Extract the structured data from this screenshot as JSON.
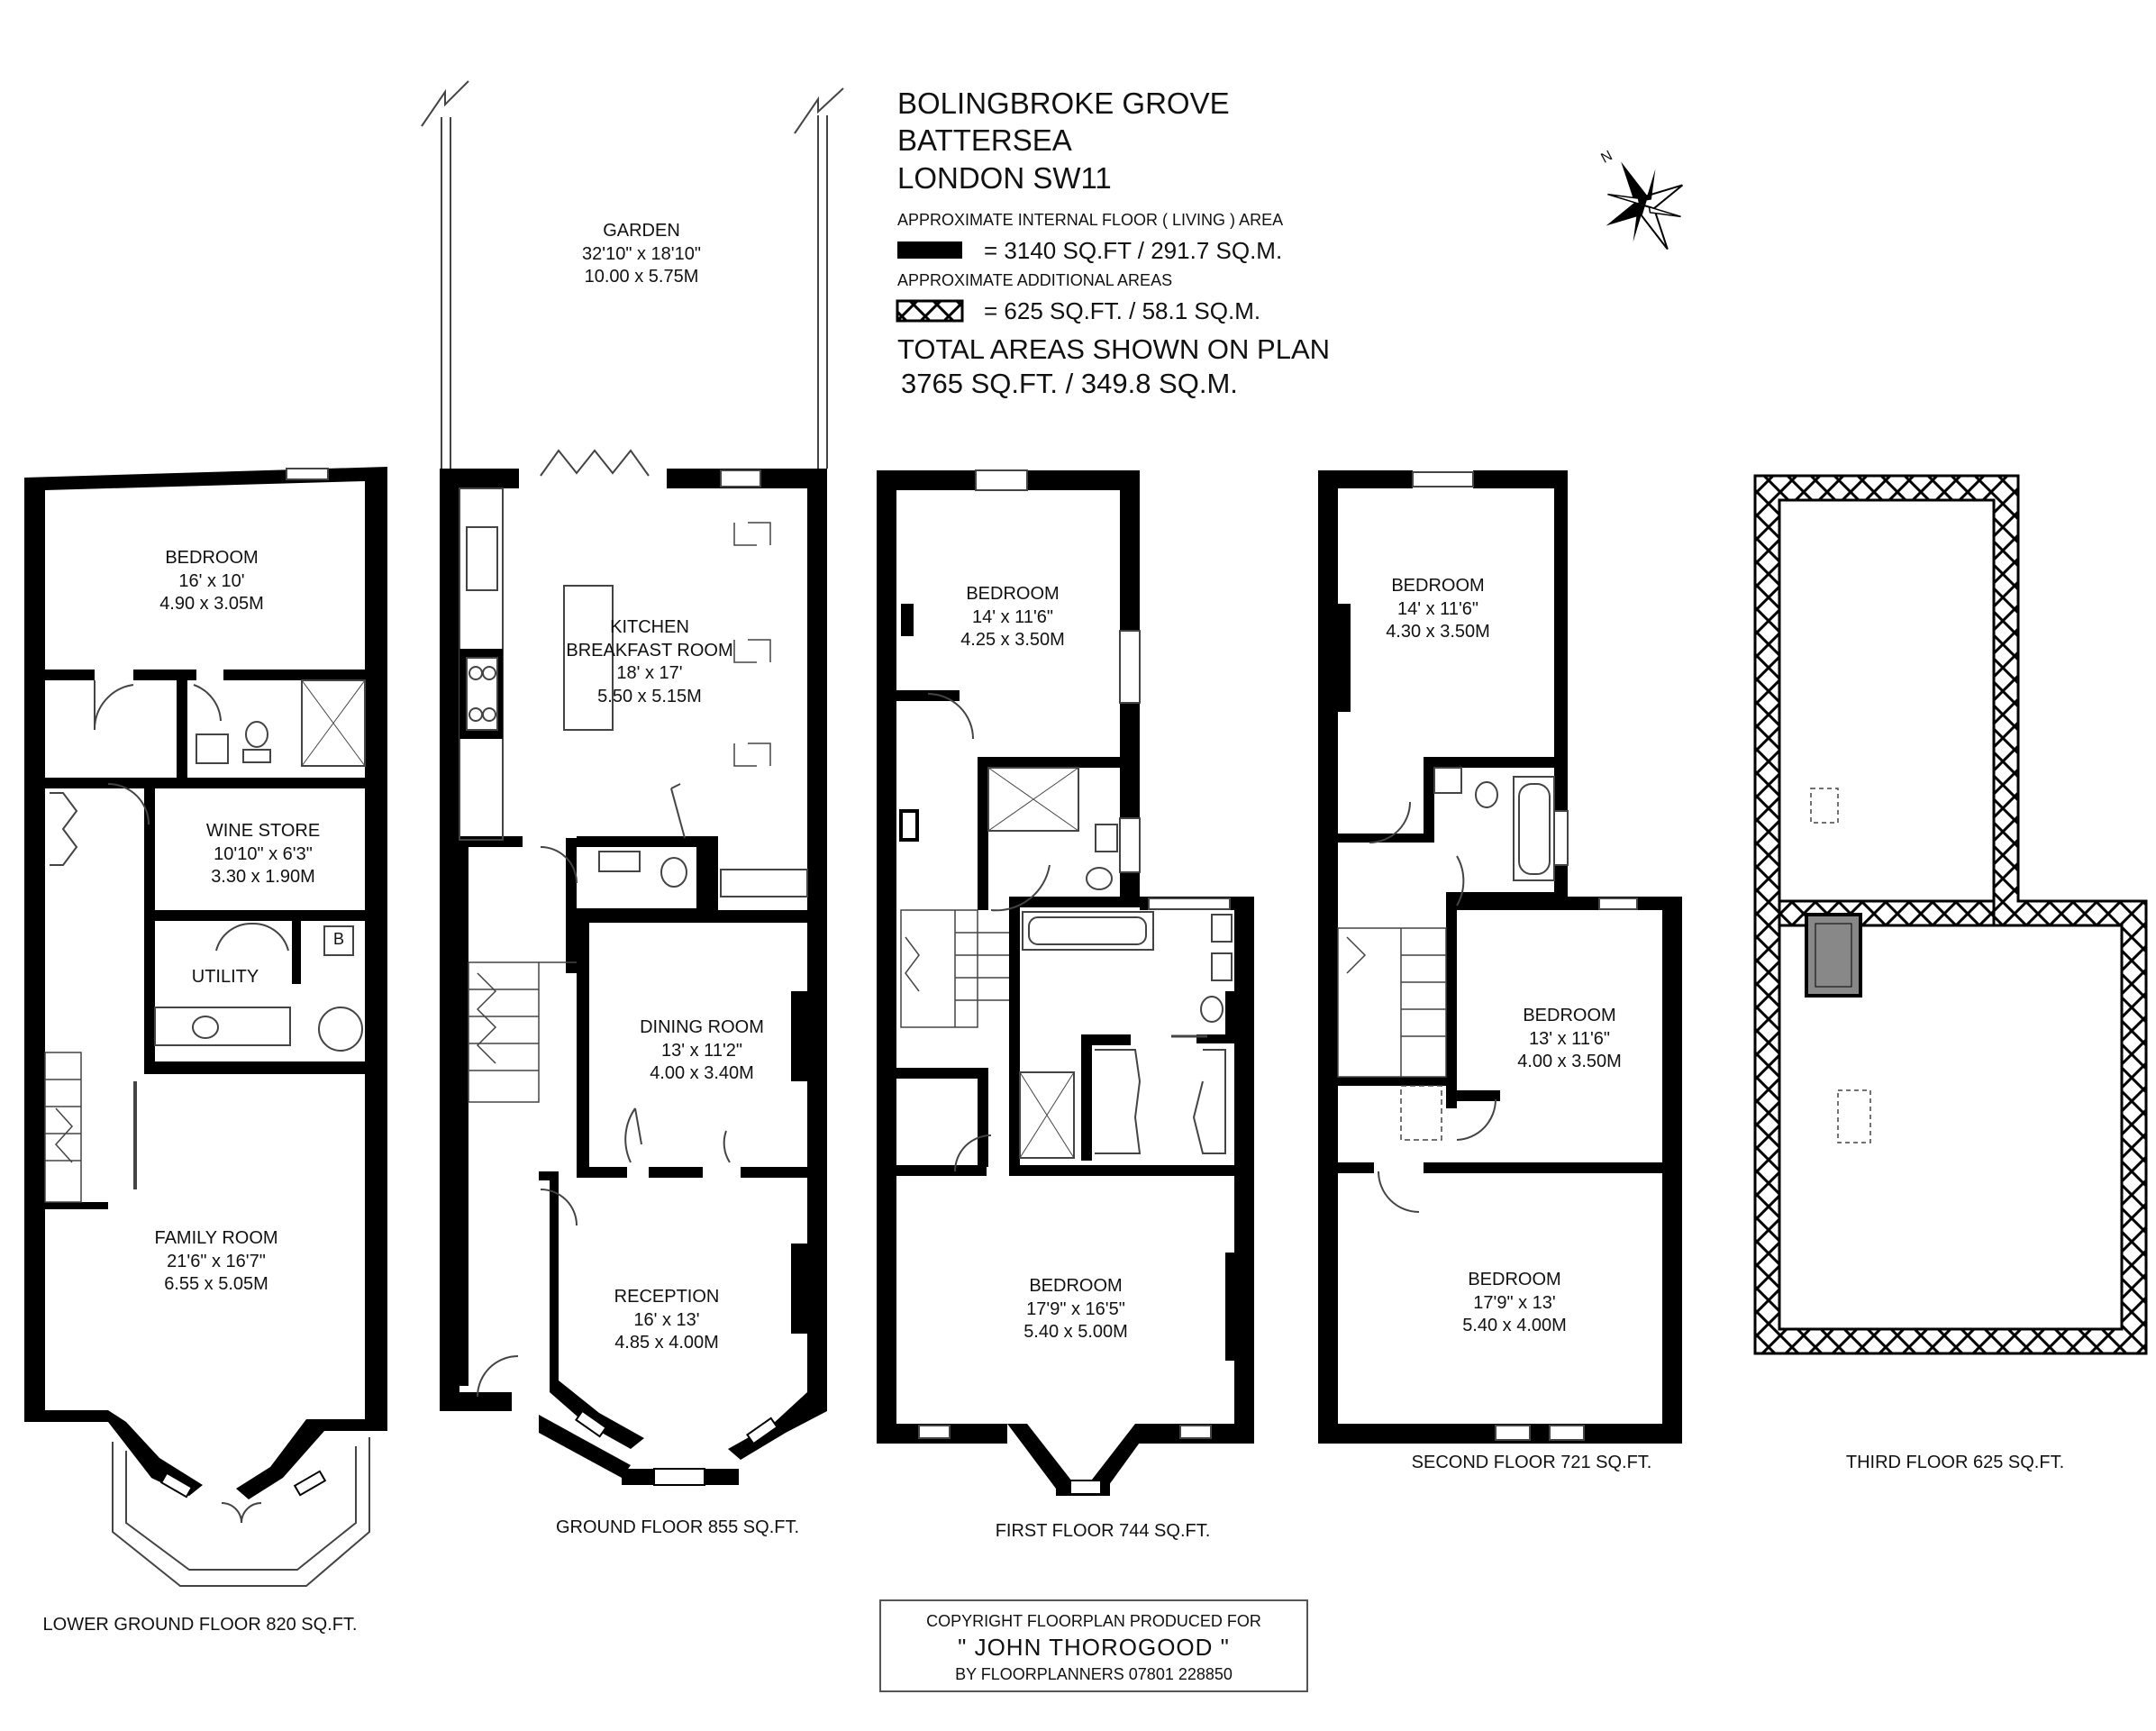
{
  "header": {
    "address": [
      "BOLINGBROKE GROVE",
      "BATTERSEA",
      "LONDON SW11"
    ],
    "internal_label": "APPROXIMATE INTERNAL FLOOR ( LIVING ) AREA",
    "internal_value": "= 3140 SQ.FT / 291.7 SQ.M.",
    "additional_label": "APPROXIMATE ADDITIONAL AREAS",
    "additional_value": "= 625 SQ.FT. / 58.1 SQ.M.",
    "total_label": "TOTAL AREAS SHOWN ON PLAN",
    "total_value": "3765 SQ.FT. / 349.8 SQ.M."
  },
  "compass": {
    "letter": "N"
  },
  "rooms": {
    "lg_bedroom": [
      "BEDROOM",
      "16' x 10'",
      "4.90 x 3.05M"
    ],
    "wine_store": [
      "WINE STORE",
      "10'10\" x 6'3\"",
      "3.30 x 1.90M"
    ],
    "utility": [
      "UTILITY"
    ],
    "boiler": [
      "B"
    ],
    "family_room": [
      "FAMILY ROOM",
      "21'6\" x 16'7\"",
      "6.55 x 5.05M"
    ],
    "garden": [
      "GARDEN",
      "32'10\" x 18'10\"",
      "10.00 x 5.75M"
    ],
    "kitchen": [
      "KITCHEN",
      "BREAKFAST ROOM",
      "18' x 17'",
      "5.50 x 5.15M"
    ],
    "dining": [
      "DINING ROOM",
      "13' x 11'2\"",
      "4.00 x 3.40M"
    ],
    "reception": [
      "RECEPTION",
      "16' x 13'",
      "4.85 x 4.00M"
    ],
    "ff_bedroom_rear": [
      "BEDROOM",
      "14' x 11'6\"",
      "4.25 x 3.50M"
    ],
    "ff_bedroom_front": [
      "BEDROOM",
      "17'9\" x 16'5\"",
      "5.40 x 5.00M"
    ],
    "sf_bedroom_rear": [
      "BEDROOM",
      "14' x 11'6\"",
      "4.30 x 3.50M"
    ],
    "sf_bedroom_mid": [
      "BEDROOM",
      "13' x 11'6\"",
      "4.00 x 3.50M"
    ],
    "sf_bedroom_front": [
      "BEDROOM",
      "17'9\" x 13'",
      "5.40 x 4.00M"
    ]
  },
  "floors": {
    "lower_ground": "LOWER GROUND FLOOR 820 SQ.FT.",
    "ground": "GROUND FLOOR 855 SQ.FT.",
    "first": "FIRST FLOOR 744 SQ.FT.",
    "second": "SECOND FLOOR 721 SQ.FT.",
    "third": "THIRD FLOOR 625 SQ.FT."
  },
  "copyright": {
    "line1": "COPYRIGHT FLOORPLAN PRODUCED FOR",
    "line2": "\" JOHN THOROGOOD \"",
    "line3": "BY FLOORPLANNERS 07801 228850"
  },
  "colors": {
    "wall": "#000000",
    "line": "#444444",
    "grey_fill": "#888888"
  }
}
